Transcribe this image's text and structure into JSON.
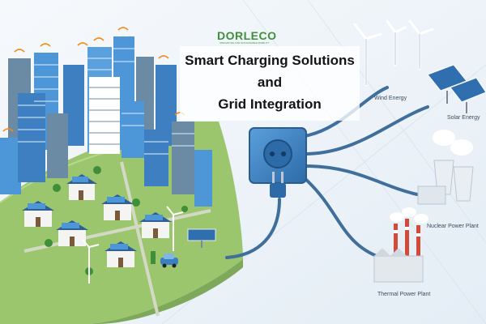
{
  "brand": {
    "name": "DORLECO",
    "tagline": "INNOVATING FOR SUSTAINABLE MOBILITY",
    "color": "#3f8f3a"
  },
  "title": {
    "line1": "Smart Charging Solutions",
    "line2": "and",
    "line3": "Grid Integration"
  },
  "energy_sources": [
    {
      "label": "Wind Energy",
      "icon": "wind-turbine-icon"
    },
    {
      "label": "Solar Energy",
      "icon": "solar-panel-icon"
    },
    {
      "label": "Nuclear Power Plant",
      "icon": "nuclear-plant-icon"
    },
    {
      "label": "Thermal Power Plant",
      "icon": "thermal-plant-icon"
    }
  ],
  "colors": {
    "cable": "#3f6f9a",
    "socket": "#3a7fc0",
    "ground": "#9cc66e",
    "building": "#4d96d8"
  }
}
